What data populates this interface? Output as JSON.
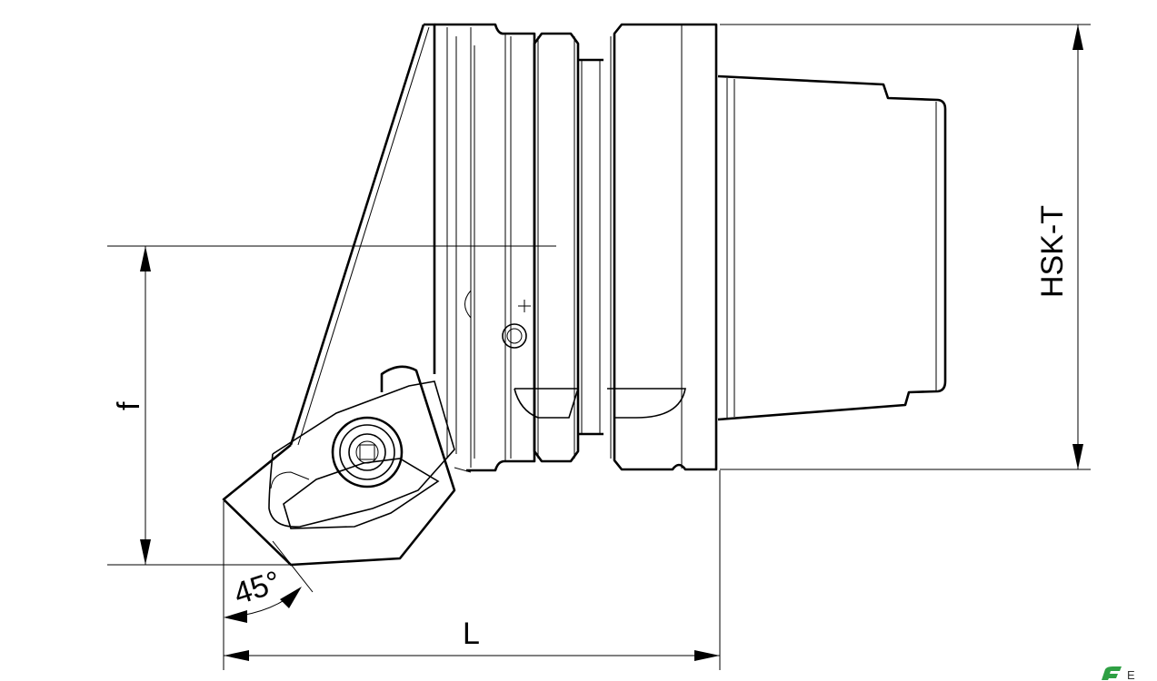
{
  "dimensions": {
    "length_label": "L",
    "height_label": "HSK-T",
    "offset_label": "f",
    "angle_label": "45°"
  },
  "logo": {
    "text": "E",
    "color": "#2ea043"
  }
}
